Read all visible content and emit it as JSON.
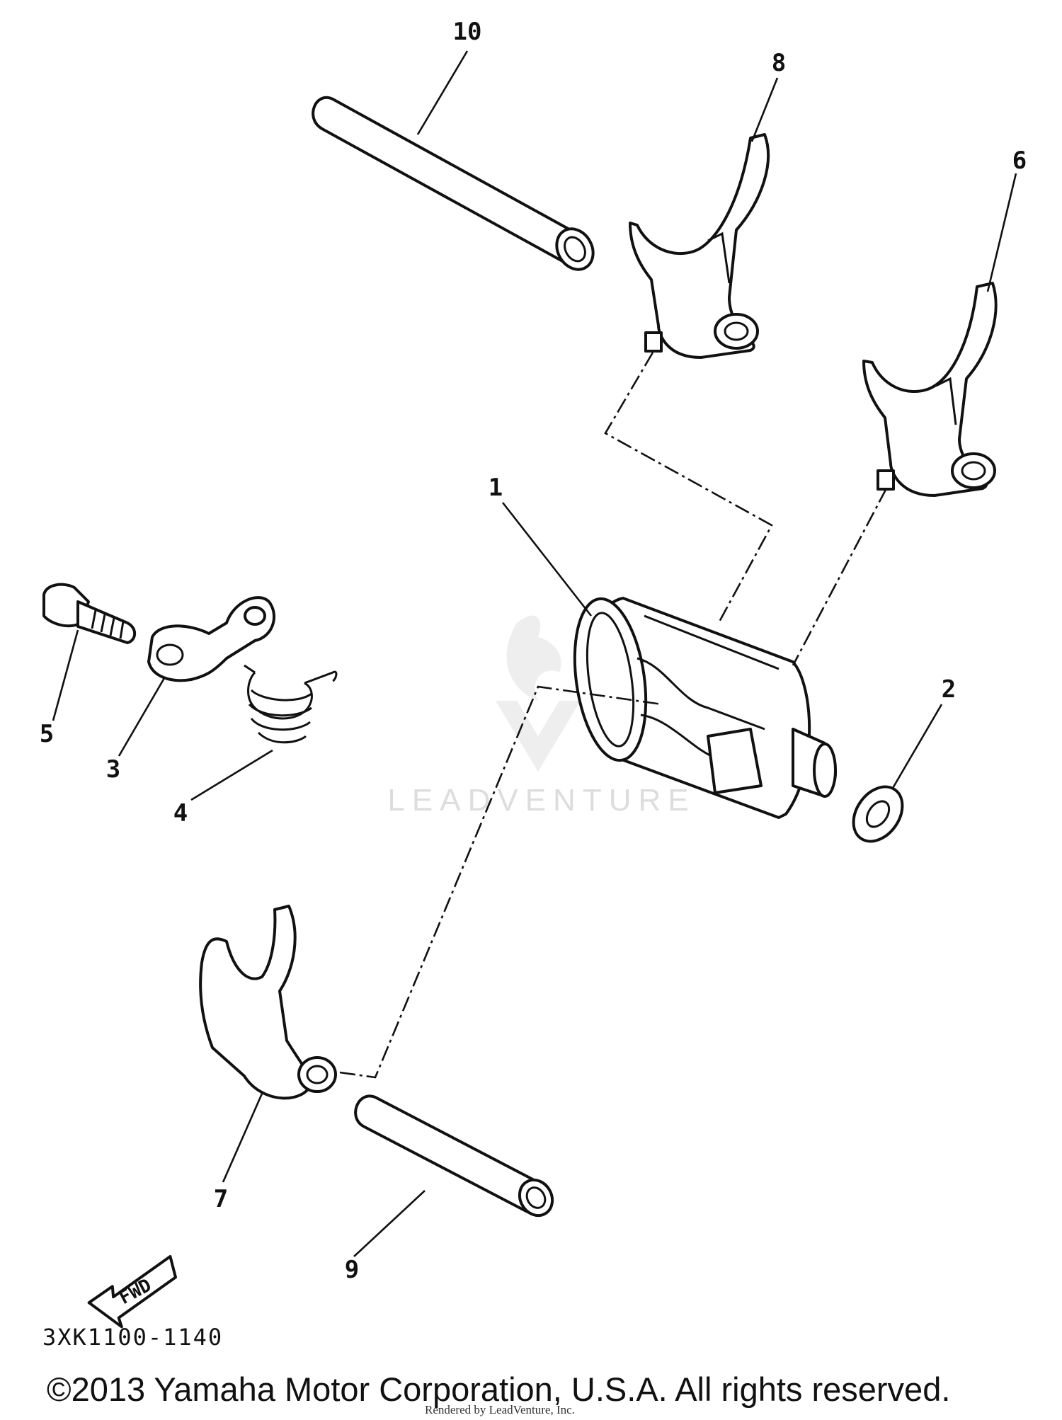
{
  "diagram": {
    "callouts": [
      "1",
      "2",
      "3",
      "4",
      "5",
      "6",
      "7",
      "8",
      "9",
      "10"
    ],
    "fwd_arrow_label": "FWD",
    "watermark_text": "LEADVENTURE"
  },
  "footer": {
    "part_code": "3XK1100-1140",
    "copyright": "©2013 Yamaha Motor Corporation, U.S.A. All rights reserved.",
    "rendered_by": "Rendered by LeadVenture, Inc."
  }
}
